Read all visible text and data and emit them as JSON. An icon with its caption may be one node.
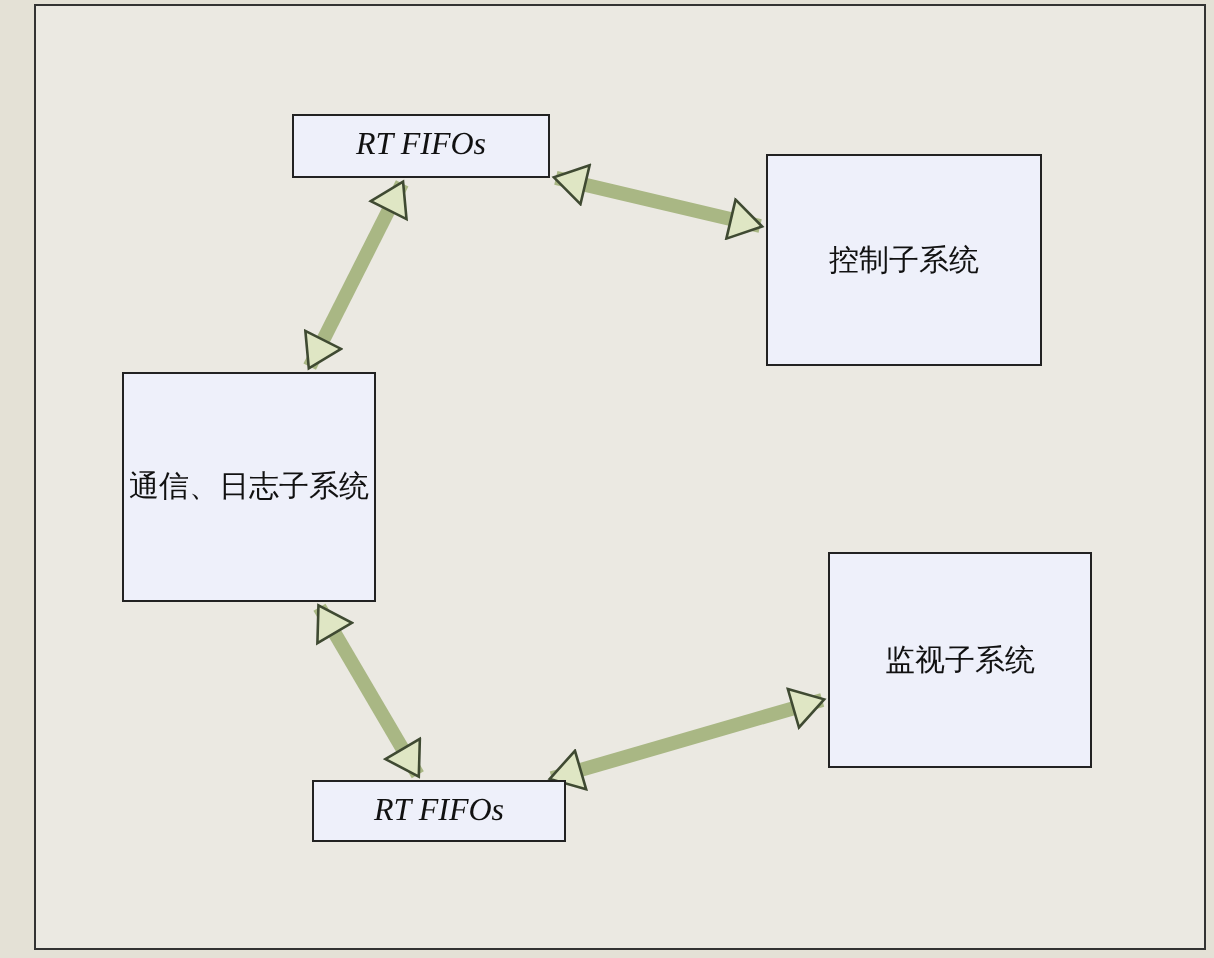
{
  "diagram": {
    "nodes": [
      {
        "text": [
          "RT FIFOs"
        ]
      },
      {
        "text": [
          "控制子系统"
        ]
      },
      {
        "text": [
          "通信、日志子系统"
        ]
      },
      {
        "text": [
          "监视子系统"
        ]
      },
      {
        "text": [
          "RT FIFOs"
        ]
      }
    ],
    "edges": [
      {
        "from": 0,
        "to": 1,
        "arrow": "both"
      },
      {
        "from": 0,
        "to": 2,
        "arrow": "both"
      },
      {
        "from": 2,
        "to": 4,
        "arrow": "both"
      },
      {
        "from": 4,
        "to": 3,
        "arrow": "both"
      }
    ]
  }
}
